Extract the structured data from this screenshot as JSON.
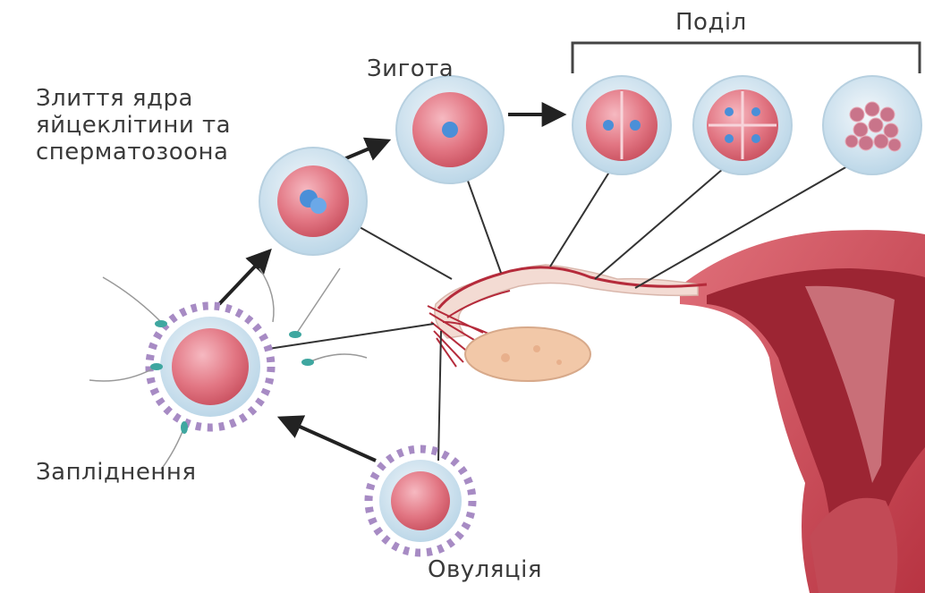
{
  "labels": {
    "fusion_lines": [
      "Злиття ядра",
      "яйцеклітини та",
      "сперматозоона"
    ],
    "zygote": "Зигота",
    "division": "Поділ",
    "fertilization": "Запліднення",
    "ovulation": "Овуляція"
  },
  "colors": {
    "cell_pink": "#e06a78",
    "membrane": "#cfe3ef",
    "uterus": "#c8404c",
    "uterus_dark": "#8a1f2a",
    "ovary": "#f2c8a8",
    "granulosa": "#a78bc4",
    "nucleus": "#4a8fd8",
    "leader_line": "#333333"
  }
}
